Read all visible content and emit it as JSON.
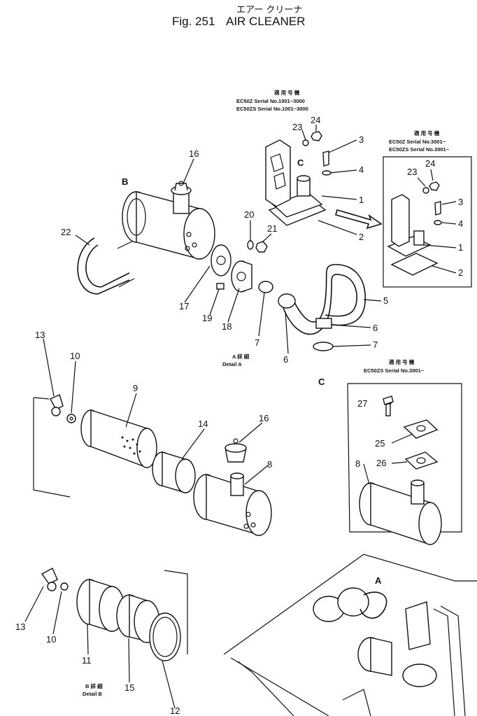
{
  "title": {
    "japanese": "エアー クリーナ",
    "fig": "Fig. 251",
    "name": "AIR CLEANER"
  },
  "serial_notes": {
    "top_header": "適 用 号 機",
    "top_line1": "EC50Z   Serial No.1001~3000",
    "top_line2": "EC50ZS  Serial No.1001~3000",
    "right_header": "適 用 号 機",
    "right_line1": "EC50Z   Serial No.3001~",
    "right_line2": "EC50ZS  Serial No.3001~",
    "mid_header": "適 用 号 機",
    "mid_line1": "EC50ZS  Serial No.3001~"
  },
  "details": {
    "a_jp": "A 詳 細",
    "a_en": "Detail  A",
    "b_jp": "B 詳 細",
    "b_en": "Detail  B"
  },
  "view_letters": {
    "b": "B",
    "c_top": "C",
    "c_bottom": "C",
    "a": "A"
  },
  "part_labels": {
    "p1": "1",
    "p1b": "1",
    "p2": "2",
    "p2b": "2",
    "p3": "3",
    "p3b": "3",
    "p4": "4",
    "p4b": "4",
    "p5": "5",
    "p6": "6",
    "p6b": "6",
    "p7": "7",
    "p7b": "7",
    "p8": "8",
    "p8b": "8",
    "p9": "9",
    "p10": "10",
    "p10b": "10",
    "p11": "11",
    "p12": "12",
    "p13": "13",
    "p13b": "13",
    "p14": "14",
    "p15": "15",
    "p16": "16",
    "p16b": "16",
    "p17": "17",
    "p18": "18",
    "p19": "19",
    "p20": "20",
    "p21": "21",
    "p22": "22",
    "p23": "23",
    "p23b": "23",
    "p24": "24",
    "p24b": "24",
    "p25": "25",
    "p26": "26",
    "p27": "27"
  }
}
